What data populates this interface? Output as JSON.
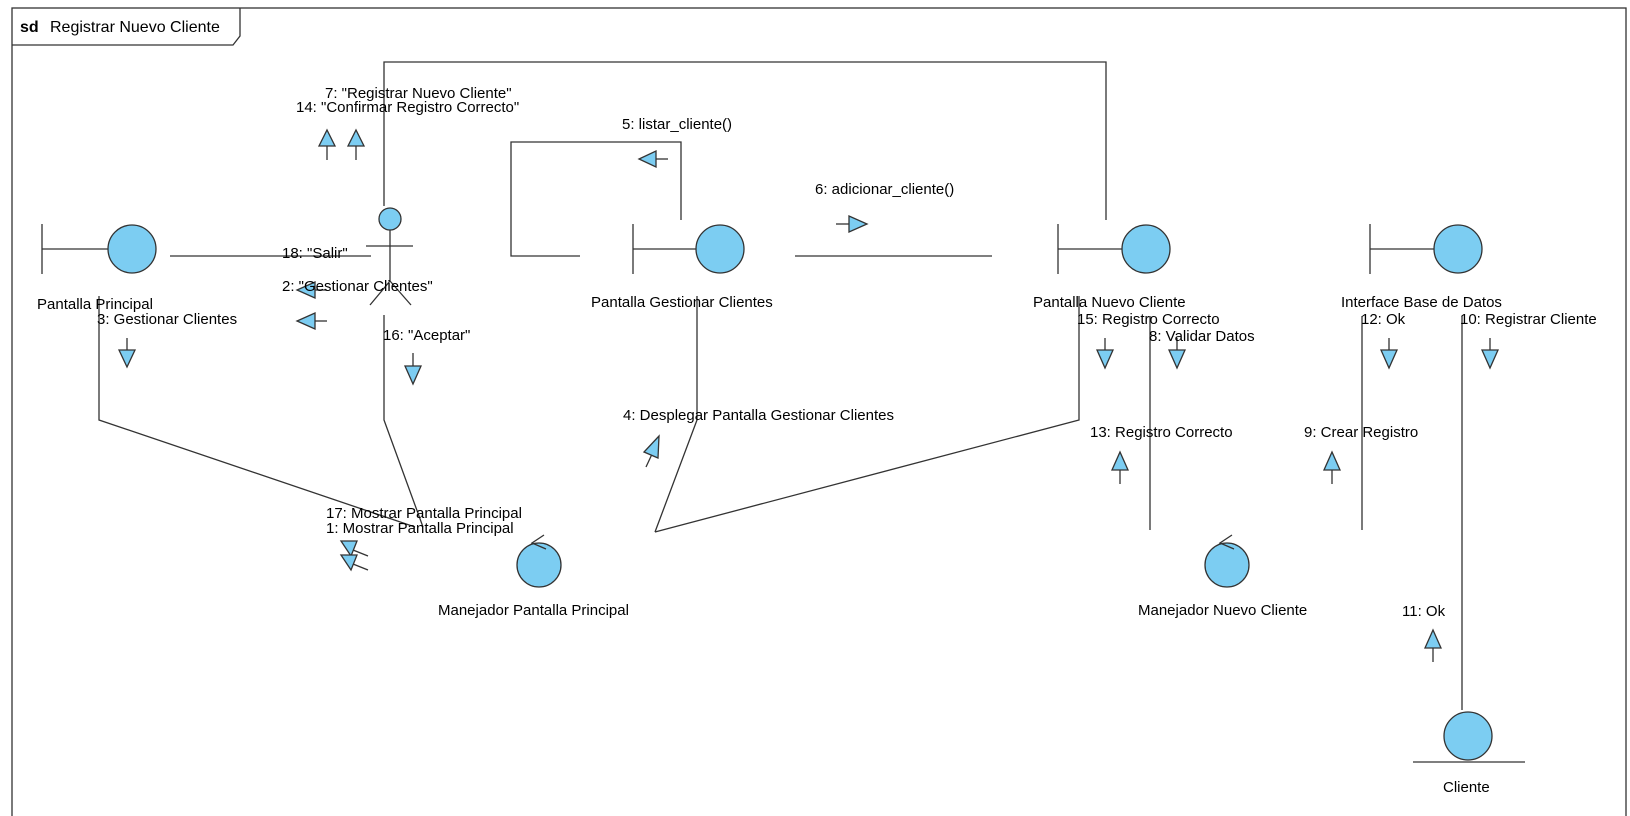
{
  "diagram": {
    "keyword": "sd",
    "title": "Registrar Nuevo Cliente"
  },
  "objects": [
    {
      "id": "pantalla-principal",
      "kind": "boundary",
      "label": "Pantalla Principal"
    },
    {
      "id": "cliente-actor",
      "kind": "actor",
      "label": ""
    },
    {
      "id": "pantalla-gestionar-clientes",
      "kind": "boundary",
      "label": "Pantalla Gestionar Clientes"
    },
    {
      "id": "pantalla-nuevo-cliente",
      "kind": "boundary",
      "label": "Pantalla Nuevo Cliente"
    },
    {
      "id": "interface-base-de-datos",
      "kind": "boundary",
      "label": "Interface Base de Datos"
    },
    {
      "id": "manejador-pantalla-principal",
      "kind": "control",
      "label": "Manejador Pantalla Principal"
    },
    {
      "id": "manejador-nuevo-cliente",
      "kind": "control",
      "label": "Manejador Nuevo Cliente"
    },
    {
      "id": "cliente-entity",
      "kind": "entity",
      "label": "Cliente"
    }
  ],
  "messages": [
    {
      "label": "7: \"Registrar Nuevo Cliente\"",
      "direction": "up"
    },
    {
      "label": "14: \"Confirmar Registro Correcto\"",
      "direction": "up"
    },
    {
      "label": "5: listar_cliente()",
      "direction": "left"
    },
    {
      "label": "6: adicionar_cliente()",
      "direction": "right"
    },
    {
      "label": "18: \"Salir\"",
      "direction": "left"
    },
    {
      "label": "2: \"Gestionar Clientes\"",
      "direction": "left"
    },
    {
      "label": "3: Gestionar Clientes",
      "direction": "down"
    },
    {
      "label": "16: \"Aceptar\"",
      "direction": "down"
    },
    {
      "label": "15: Registro Correcto",
      "direction": "down"
    },
    {
      "label": "8: Validar Datos",
      "direction": "down"
    },
    {
      "label": "12: Ok",
      "direction": "down"
    },
    {
      "label": "10: Registrar Cliente",
      "direction": "down"
    },
    {
      "label": "4: Desplegar Pantalla Gestionar Clientes",
      "direction": "up-right"
    },
    {
      "label": "13: Registro Correcto",
      "direction": "up"
    },
    {
      "label": "9: Crear Registro",
      "direction": "up"
    },
    {
      "label": "17: Mostrar Pantalla Principal",
      "direction": "up-left"
    },
    {
      "label": "1: Mostrar Pantalla Principal",
      "direction": "up-left"
    },
    {
      "label": "11: Ok",
      "direction": "up"
    }
  ],
  "colors": {
    "object_fill": "#7ccdf2",
    "line": "#333333",
    "background": "#ffffff"
  }
}
